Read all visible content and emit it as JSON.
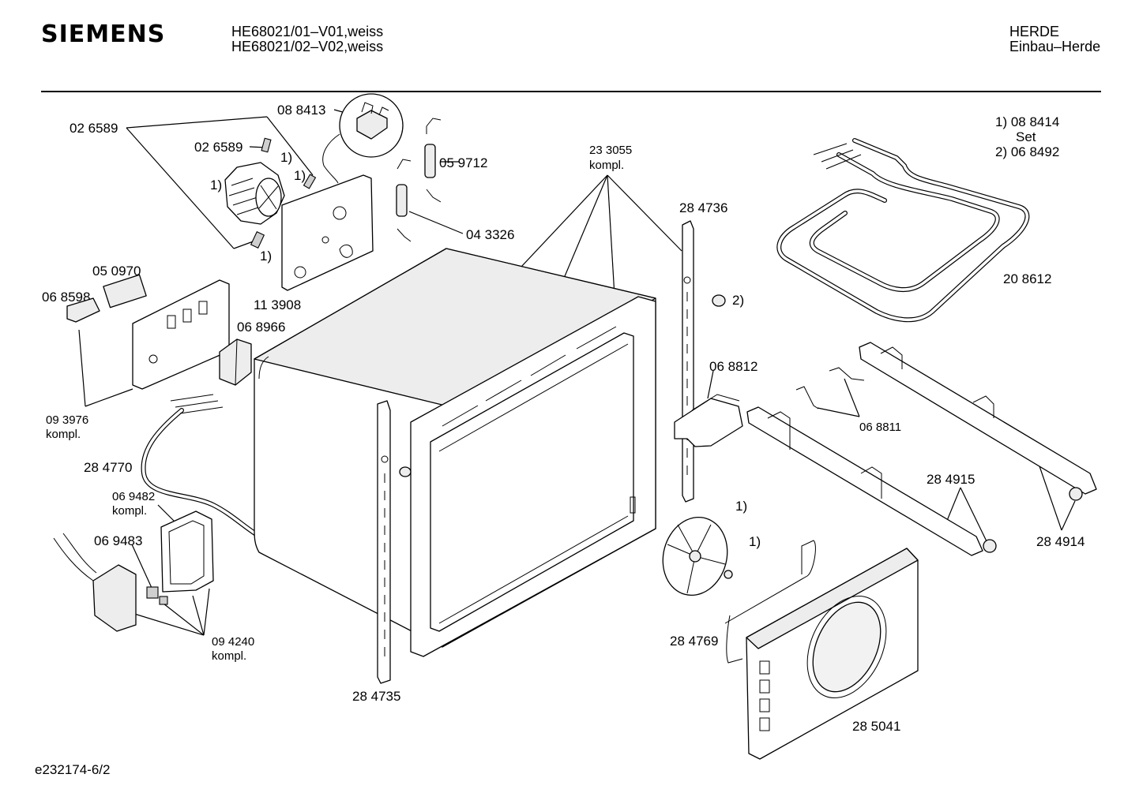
{
  "header": {
    "brand": "SIEMENS",
    "models": [
      "HE68021/01–V01,weiss",
      "HE68021/02–V02,weiss"
    ],
    "category": "HERDE",
    "subcategory": "Einbau–Herde"
  },
  "set_note": {
    "line1": "1)  08 8414",
    "line2": "Set",
    "line3": "2)  06 8492"
  },
  "parts": {
    "p026589_a": "02 6589",
    "p026589_b": "02 6589",
    "p088413": "08 8413",
    "p059712": "05 9712",
    "p043326": "04 3326",
    "p113908": "11 3908",
    "p050970": "05 0970",
    "p068598": "06 8598",
    "p068966": "06 8966",
    "p093976": "09 3976",
    "p093976_note": "kompl.",
    "p284770": "28 4770",
    "p069482": "06 9482",
    "p069482_note": "kompl.",
    "p069483": "06 9483",
    "p094240": "09 4240",
    "p094240_note": "kompl.",
    "p233055": "23 3055",
    "p233055_note": "kompl.",
    "p284735": "28 4735",
    "p284736": "28 4736",
    "p068812": "06 8812",
    "p208612": "20 8612",
    "p068811": "06 8811",
    "p284915": "28 4915",
    "p284914": "28 4914",
    "p284769": "28 4769",
    "p285041": "28 5041"
  },
  "footnote_marks": {
    "m1": "1)",
    "m2": "2)"
  },
  "footer": {
    "drawing_id": "e232174-6/2"
  }
}
